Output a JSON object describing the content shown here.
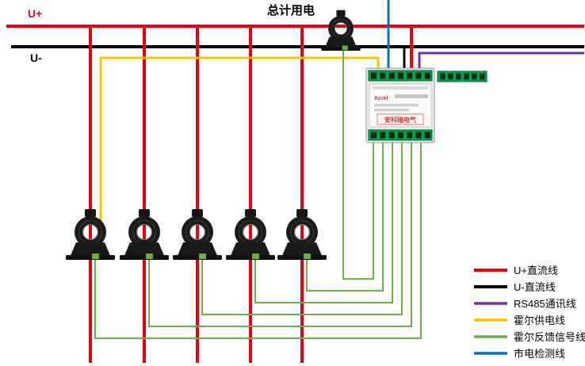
{
  "title": "总计用电",
  "bus": {
    "u_plus": "U+",
    "u_minus": "U-"
  },
  "meter": {
    "brand": "Acrel",
    "label": "安科瑞电气"
  },
  "legend": {
    "items": [
      {
        "label": "U+直流线",
        "color": "red"
      },
      {
        "label": "U-直流线",
        "color": "black"
      },
      {
        "label": "RS485通讯线",
        "color": "purple"
      },
      {
        "label": "霍尔供电线",
        "color": "yellow"
      },
      {
        "label": "霍尔反馈信号线",
        "color": "green"
      },
      {
        "label": "市电检测线",
        "color": "blue"
      }
    ]
  },
  "colors": {
    "red": "#e60012",
    "black": "#000000",
    "purple": "#7030a0",
    "yellow": "#ffc000",
    "green": "#6fae46",
    "blue": "#0070c0",
    "terminal_green": "#00a44a",
    "brand_red": "#cc3333"
  }
}
